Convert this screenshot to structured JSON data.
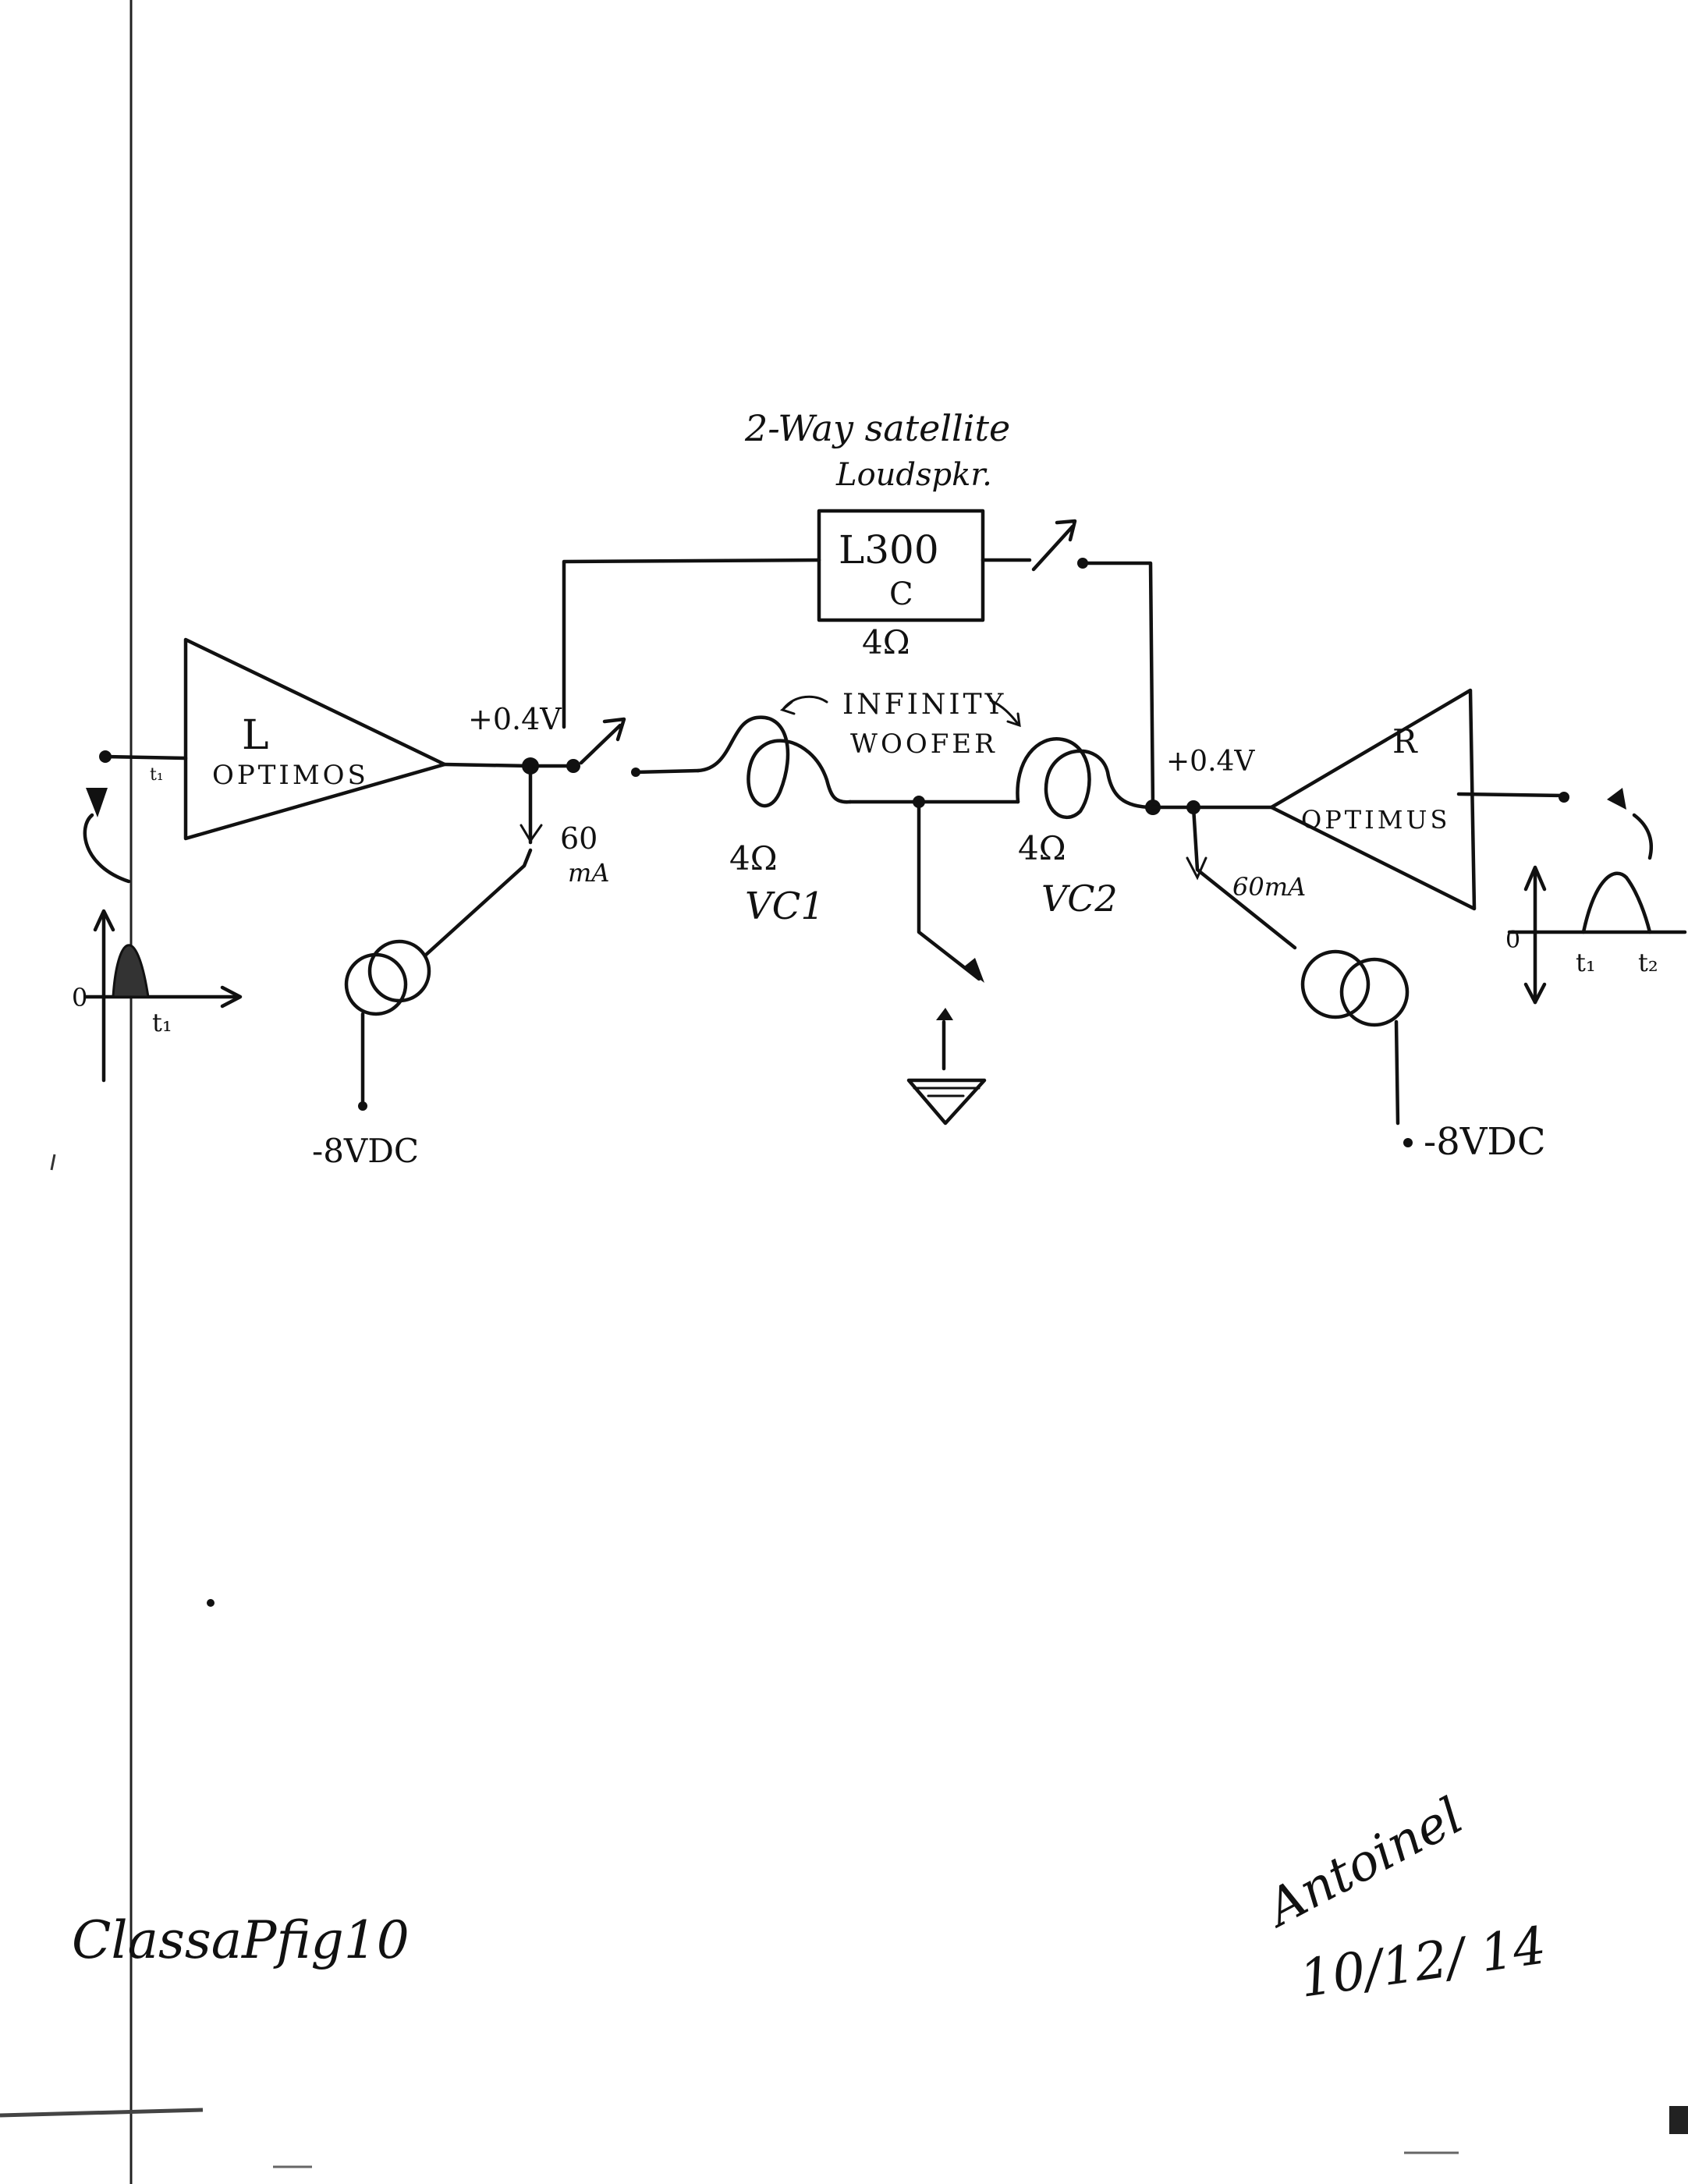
{
  "top": {
    "title_line1": "2-Way satellite",
    "title_line2": "Loudspkr."
  },
  "satellite": {
    "model_line1": "L300",
    "model_line2": "C",
    "impedance": "4Ω"
  },
  "left_channel": {
    "amp_letter": "L",
    "amp_name": "OPTIMOS",
    "output_voltage": "+0.4V",
    "bias_current_value": "60",
    "bias_current_unit": "mA",
    "supply": "-8VDC",
    "input_marker": "t₁",
    "waveform_zero": "0",
    "waveform_time": "t₁"
  },
  "right_channel": {
    "amp_letter": "R",
    "amp_name": "OPTIMUS",
    "output_voltage": "+0.4V",
    "bias_current": "60mA",
    "supply": "-8VDC",
    "waveform_zero": "0",
    "waveform_t1": "t₁",
    "waveform_t2": "t₂"
  },
  "woofer": {
    "name_line1": "INFINITY",
    "name_line2": "WOOFER",
    "vc1_impedance": "4Ω",
    "vc1_label": "VC1",
    "vc2_impedance": "4Ω",
    "vc2_label": "VC2"
  },
  "footer": {
    "figure_label": "ClassaPfig10",
    "signature": "Antoinel",
    "date": "10/12/ 14"
  }
}
